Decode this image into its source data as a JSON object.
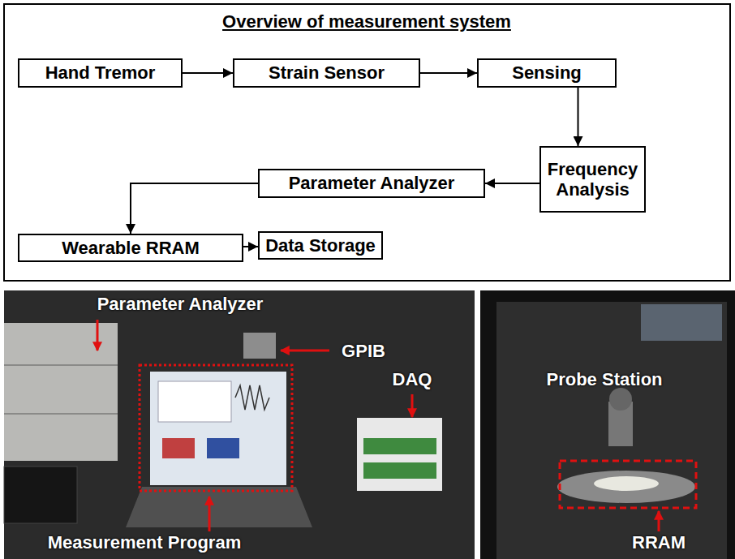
{
  "diagram": {
    "title": "Overview of measurement system",
    "nodes": [
      {
        "text": [
          "Hand Tremor"
        ]
      },
      {
        "text": [
          "Strain Sensor"
        ]
      },
      {
        "text": [
          "Sensing"
        ]
      },
      {
        "text": [
          "Frequency Analysis"
        ]
      },
      {
        "text": [
          "Parameter Analyzer"
        ]
      },
      {
        "text": [
          "Wearable RRAM"
        ]
      },
      {
        "text": [
          "Data Storage"
        ]
      }
    ],
    "edges": [
      {
        "from": 0,
        "to": 1,
        "arrow": "to"
      },
      {
        "from": 1,
        "to": 2,
        "arrow": "to"
      },
      {
        "from": 2,
        "to": 3,
        "arrow": "to"
      },
      {
        "from": 3,
        "to": 4,
        "arrow": "to"
      },
      {
        "from": 4,
        "to": 5,
        "arrow": "to"
      },
      {
        "from": 5,
        "to": 6,
        "arrow": "to"
      }
    ],
    "labels": [
      "Parameter Analyzer",
      "GPIB",
      "DAQ",
      "Measurement Program",
      "Probe Station",
      "RRAM"
    ]
  }
}
